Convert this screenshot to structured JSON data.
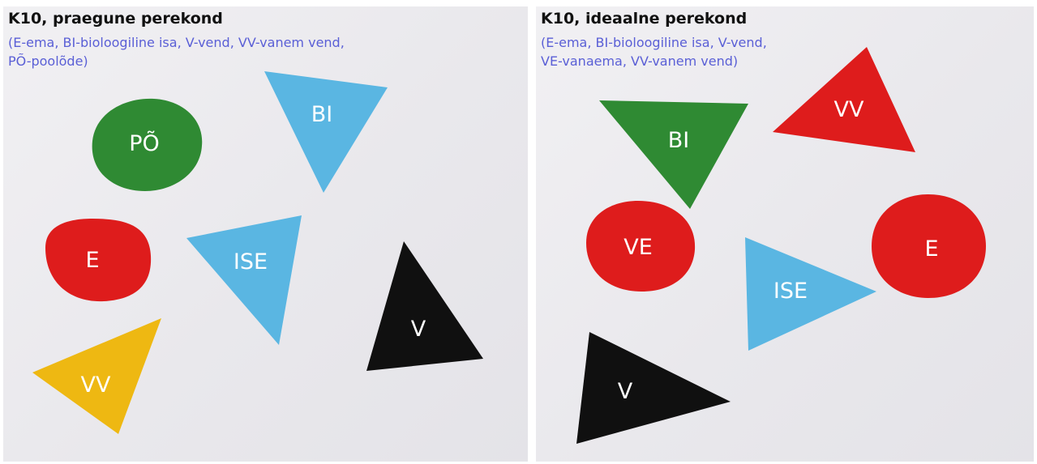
{
  "colors": {
    "green": "#2f8a33",
    "blue": "#5ab6e2",
    "red": "#de1c1c",
    "black": "#101010",
    "yellow": "#eeb812",
    "legend_text": "#5a5fd6"
  },
  "left_panel": {
    "title": "K10, praegune perekond",
    "legend_line1": "(E-ema, BI-bioloogiline isa, V-vend, VV-vanem vend,",
    "legend_line2": "PÕ-poolõde)",
    "shapes": {
      "po": "PÕ",
      "bi": "BI",
      "e": "E",
      "ise": "ISE",
      "v": "V",
      "vv": "VV"
    }
  },
  "right_panel": {
    "title": "K10, ideaalne perekond",
    "legend_line1": "(E-ema, BI-bioloogiline isa, V-vend,",
    "legend_line2": "VE-vanaema, VV-vanem vend)",
    "shapes": {
      "bi": "BI",
      "vv": "VV",
      "ve": "VE",
      "e": "E",
      "ise": "ISE",
      "v": "V"
    }
  }
}
